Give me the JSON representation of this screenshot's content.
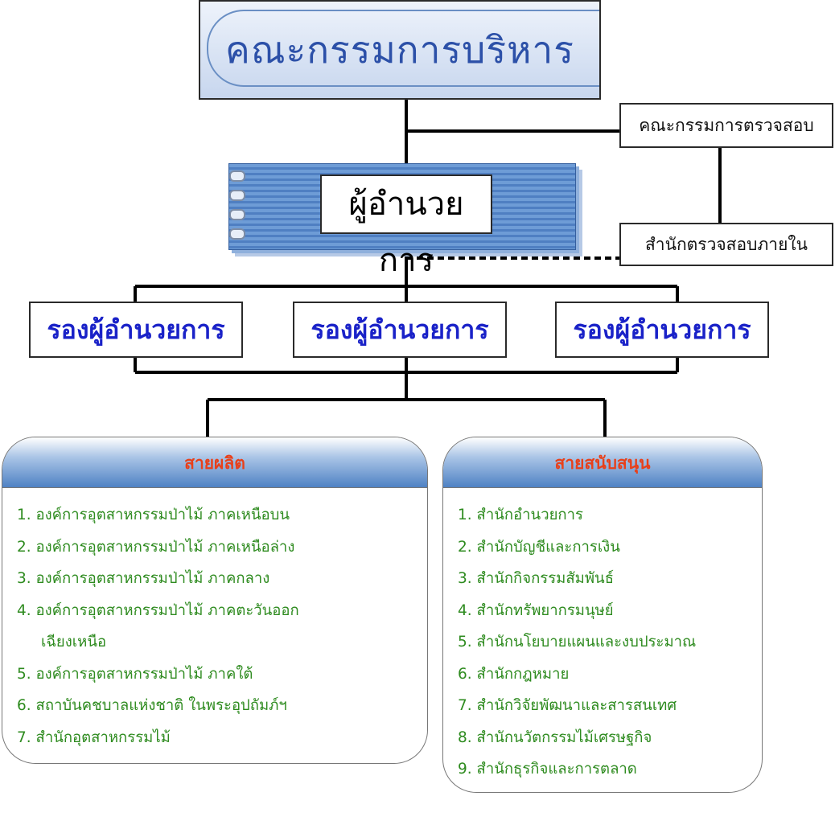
{
  "board": {
    "title": "คณะกรรมการบริหาร"
  },
  "audit_committee": "คณะกรรมการตรวจสอบ",
  "internal_audit": "สำนักตรวจสอบภายใน",
  "director": "ผู้อำนวยการ",
  "deputies": [
    "รองผู้อำนวยการ",
    "รองผู้อำนวยการ",
    "รองผู้อำนวยการ"
  ],
  "production": {
    "title": "สายผลิต",
    "items": [
      "1. องค์การอุตสาหกรรมป่าไม้ ภาคเหนือบน",
      "2. องค์การอุตสาหกรรมป่าไม้ ภาคเหนือล่าง",
      "3. องค์การอุตสาหกรรมป่าไม้ ภาคกลาง",
      "4. องค์การอุตสาหกรรมป่าไม้ ภาคตะวันออก",
      "เฉียงเหนือ",
      "5. องค์การอุตสาหกรรมป่าไม้ ภาคใต้",
      "6. สถาบันคชบาลแห่งชาติ ในพระอุปถัมภ์ฯ",
      "7. สำนักอุตสาหกรรมไม้"
    ]
  },
  "support": {
    "title": "สายสนับสนุน",
    "items": [
      "1. สำนักอำนวยการ",
      "2. สำนักบัญชีและการเงิน",
      "3. สำนักกิจกรรมสัมพันธ์",
      "4. สำนักทรัพยากรมนุษย์",
      "5. สำนักนโยบายแผนและงบประมาณ",
      "6. สำนักกฎหมาย",
      "7. สำนักวิจัยพัฒนาและสารสนเทศ",
      "8. สำนักนวัตกรรมไม้เศรษฐกิจ",
      "9. สำนักธุรกิจและการตลาด"
    ]
  }
}
